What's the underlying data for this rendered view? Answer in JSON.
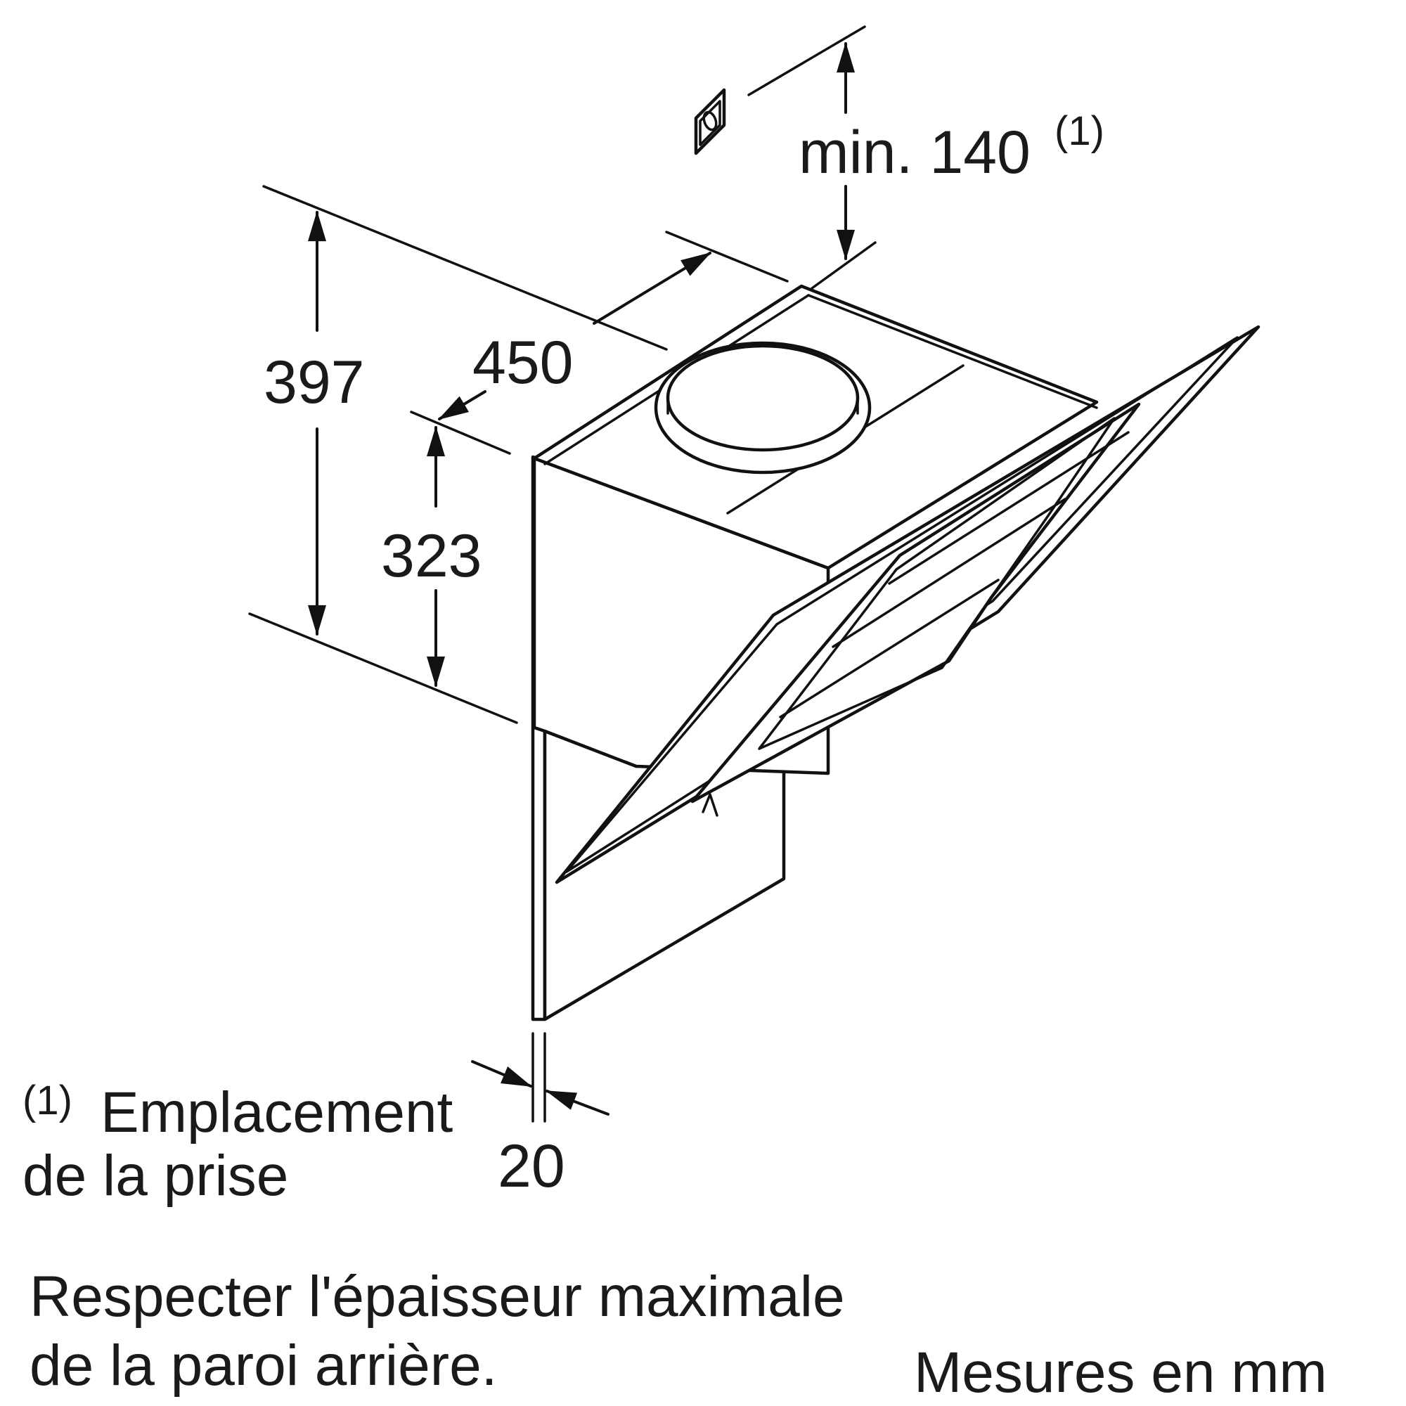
{
  "dimensions": {
    "height_total": "397",
    "depth": "450",
    "height_body": "323",
    "socket_min_label": "min. 140",
    "socket_footnote_ref": "(1)",
    "back_wall_thickness": "20"
  },
  "footnote": {
    "marker": "(1)",
    "line1": "Emplacement",
    "line2": "de la prise"
  },
  "notes": {
    "warning_line1": "Respecter l'épaisseur maximale",
    "warning_line2": "de la paroi arrière.",
    "units": "Mesures en mm"
  }
}
